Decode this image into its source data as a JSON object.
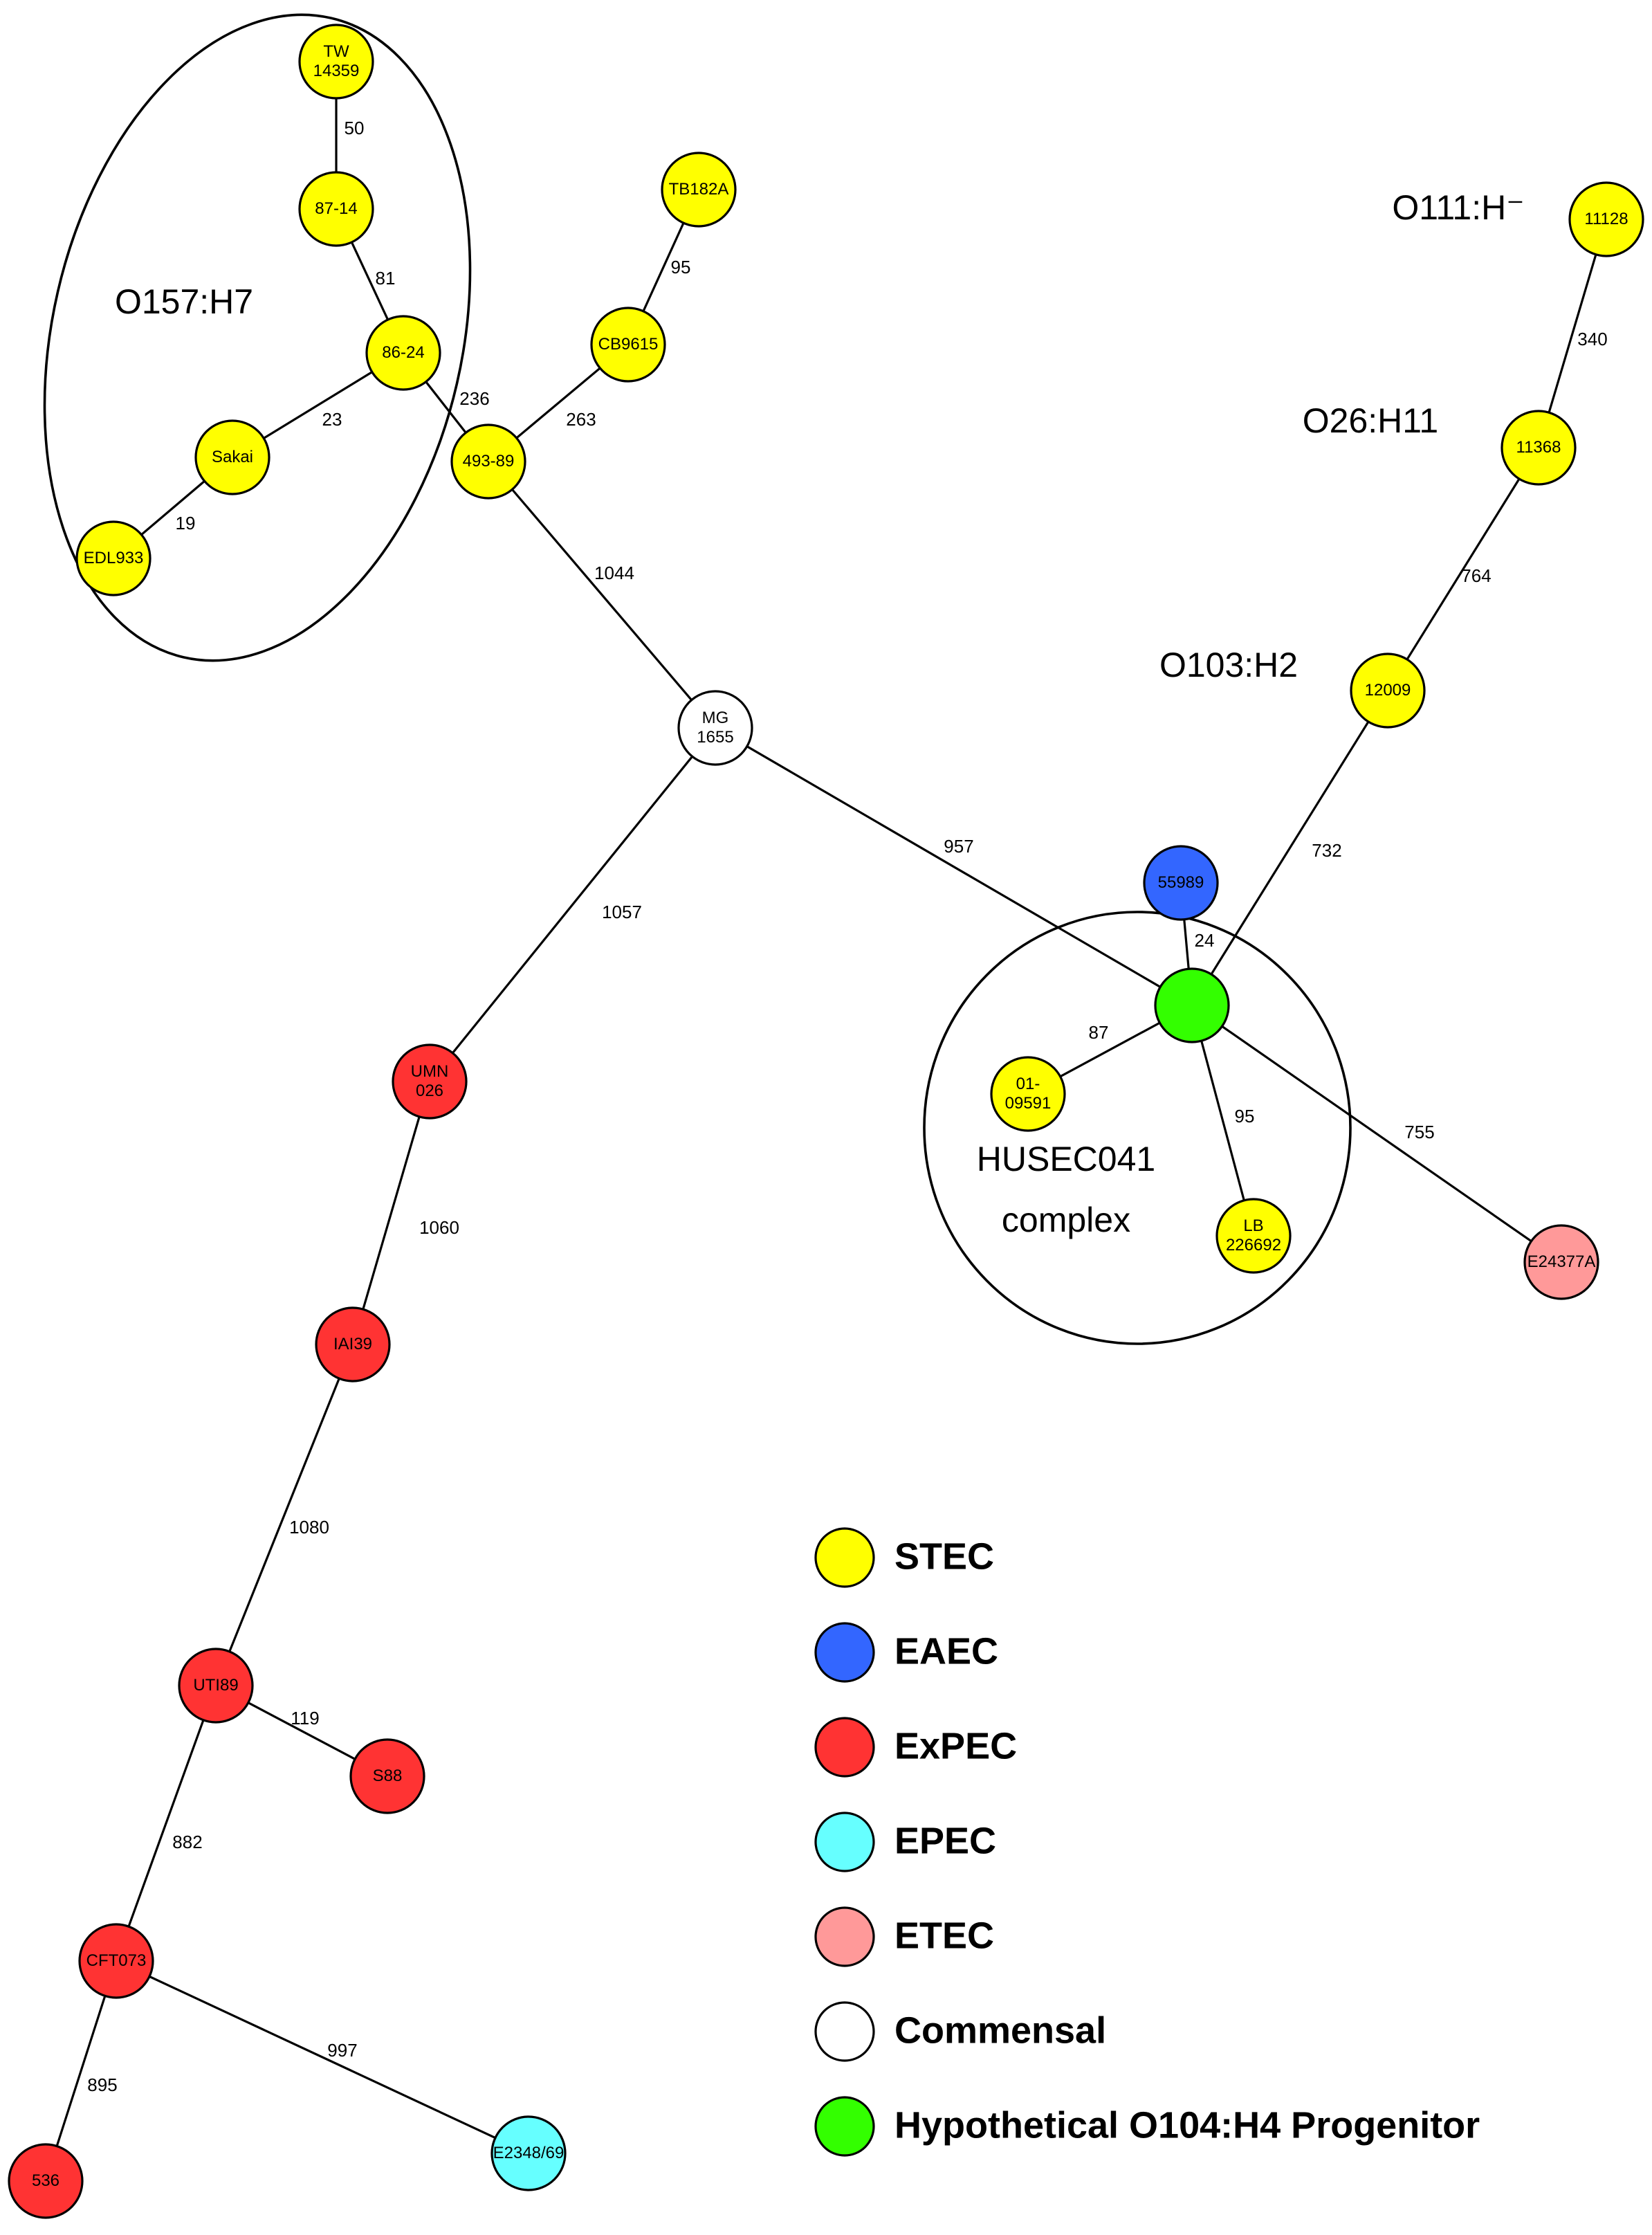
{
  "colors": {
    "STEC": "#ffff00",
    "EAEC": "#3366ff",
    "ExPEC": "#ff3333",
    "EPEC": "#66ffff",
    "ETEC": "#ff9999",
    "Commensal": "#ffffff",
    "Progenitor": "#33ff00"
  },
  "nodes": [
    {
      "id": "tw14359",
      "lines": [
        "TW",
        "14359"
      ],
      "type": "STEC"
    },
    {
      "id": "n87-14",
      "lines": [
        "87-14"
      ],
      "type": "STEC"
    },
    {
      "id": "n86-24",
      "lines": [
        "86-24"
      ],
      "type": "STEC"
    },
    {
      "id": "sakai",
      "lines": [
        "Sakai"
      ],
      "type": "STEC"
    },
    {
      "id": "edl933",
      "lines": [
        "EDL933"
      ],
      "type": "STEC"
    },
    {
      "id": "n493-89",
      "lines": [
        "493-89"
      ],
      "type": "STEC"
    },
    {
      "id": "cb9615",
      "lines": [
        "CB9615"
      ],
      "type": "STEC"
    },
    {
      "id": "tb182a",
      "lines": [
        "TB182A"
      ],
      "type": "STEC"
    },
    {
      "id": "n11128",
      "lines": [
        "11128"
      ],
      "type": "STEC"
    },
    {
      "id": "n11368",
      "lines": [
        "11368"
      ],
      "type": "STEC"
    },
    {
      "id": "n12009",
      "lines": [
        "12009"
      ],
      "type": "STEC"
    },
    {
      "id": "mg1655",
      "lines": [
        "MG",
        "1655"
      ],
      "type": "Commensal"
    },
    {
      "id": "n55989",
      "lines": [
        "55989"
      ],
      "type": "EAEC"
    },
    {
      "id": "progenitor",
      "lines": [],
      "type": "Progenitor"
    },
    {
      "id": "n01-09591",
      "lines": [
        "01-",
        "09591"
      ],
      "type": "STEC"
    },
    {
      "id": "lb226692",
      "lines": [
        "LB",
        "226692"
      ],
      "type": "STEC"
    },
    {
      "id": "e24377a",
      "lines": [
        "E24377A"
      ],
      "type": "ETEC"
    },
    {
      "id": "umn026",
      "lines": [
        "UMN",
        "026"
      ],
      "type": "ExPEC"
    },
    {
      "id": "iai39",
      "lines": [
        "IAI39"
      ],
      "type": "ExPEC"
    },
    {
      "id": "uti89",
      "lines": [
        "UTI89"
      ],
      "type": "ExPEC"
    },
    {
      "id": "s88",
      "lines": [
        "S88"
      ],
      "type": "ExPEC"
    },
    {
      "id": "cft073",
      "lines": [
        "CFT073"
      ],
      "type": "ExPEC"
    },
    {
      "id": "n536",
      "lines": [
        "536"
      ],
      "type": "ExPEC"
    },
    {
      "id": "e2348",
      "lines": [
        "E2348/69"
      ],
      "type": "EPEC"
    }
  ],
  "edges": [
    {
      "from": "tw14359",
      "to": "n87-14",
      "label": "50"
    },
    {
      "from": "n87-14",
      "to": "n86-24",
      "label": "81"
    },
    {
      "from": "n86-24",
      "to": "sakai",
      "label": "23"
    },
    {
      "from": "sakai",
      "to": "edl933",
      "label": "19"
    },
    {
      "from": "n86-24",
      "to": "n493-89",
      "label": "236"
    },
    {
      "from": "n493-89",
      "to": "cb9615",
      "label": "263"
    },
    {
      "from": "cb9615",
      "to": "tb182a",
      "label": "95"
    },
    {
      "from": "n493-89",
      "to": "mg1655",
      "label": "1044"
    },
    {
      "from": "mg1655",
      "to": "progenitor",
      "label": "957"
    },
    {
      "from": "mg1655",
      "to": "umn026",
      "label": "1057"
    },
    {
      "from": "n11128",
      "to": "n11368",
      "label": "340"
    },
    {
      "from": "n11368",
      "to": "n12009",
      "label": "764"
    },
    {
      "from": "n12009",
      "to": "progenitor",
      "label": "732"
    },
    {
      "from": "n55989",
      "to": "progenitor",
      "label": "24"
    },
    {
      "from": "progenitor",
      "to": "n01-09591",
      "label": "87"
    },
    {
      "from": "progenitor",
      "to": "lb226692",
      "label": "95"
    },
    {
      "from": "progenitor",
      "to": "e24377a",
      "label": "755"
    },
    {
      "from": "umn026",
      "to": "iai39",
      "label": "1060"
    },
    {
      "from": "iai39",
      "to": "uti89",
      "label": "1080"
    },
    {
      "from": "uti89",
      "to": "s88",
      "label": "119"
    },
    {
      "from": "uti89",
      "to": "cft073",
      "label": "882"
    },
    {
      "from": "cft073",
      "to": "n536",
      "label": "895"
    },
    {
      "from": "cft073",
      "to": "e2348",
      "label": "997"
    }
  ],
  "groups": [
    {
      "id": "o157",
      "lines": [
        "O157:H7"
      ]
    },
    {
      "id": "o111",
      "lines": [
        "O111:H⁻"
      ]
    },
    {
      "id": "o26",
      "lines": [
        "O26:H11"
      ]
    },
    {
      "id": "o103",
      "lines": [
        "O103:H2"
      ]
    },
    {
      "id": "husec",
      "lines": [
        "HUSEC041",
        "complex"
      ]
    }
  ],
  "legend": [
    {
      "label": "STEC",
      "type": "STEC"
    },
    {
      "label": "EAEC",
      "type": "EAEC"
    },
    {
      "label": "ExPEC",
      "type": "ExPEC"
    },
    {
      "label": "EPEC",
      "type": "EPEC"
    },
    {
      "label": "ETEC",
      "type": "ETEC"
    },
    {
      "label": "Commensal",
      "type": "Commensal"
    },
    {
      "label": "Hypothetical O104:H4 Progenitor",
      "type": "Progenitor"
    }
  ]
}
